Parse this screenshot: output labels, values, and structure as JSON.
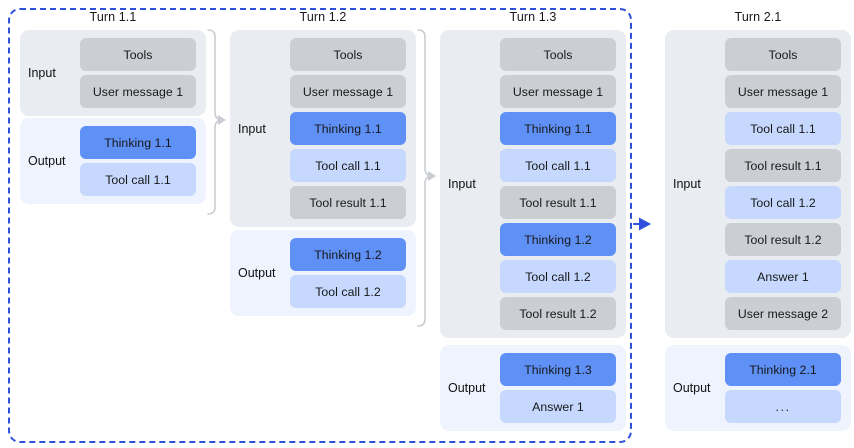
{
  "diagram": {
    "title_group": "agent turn context growth",
    "accent_dashed": "#2f51d9",
    "colors": {
      "input_panel": "#e9ecf1",
      "output_panel": "#eef3fe",
      "chip_gray": "#cbced2",
      "chip_lightblue": "#c6d8fd",
      "chip_blue": "#5f90f5",
      "connector_gray": "#c9ccd1",
      "arrow_blue": "#2f51d9"
    },
    "labels": {
      "input": "Input",
      "output": "Output"
    },
    "turns": [
      {
        "title": "Turn 1.1",
        "input": [
          {
            "label": "Tools",
            "tone": "gray"
          },
          {
            "label": "User message 1",
            "tone": "gray"
          }
        ],
        "output": [
          {
            "label": "Thinking 1.1",
            "tone": "blue"
          },
          {
            "label": "Tool call 1.1",
            "tone": "lightblue"
          }
        ]
      },
      {
        "title": "Turn 1.2",
        "input": [
          {
            "label": "Tools",
            "tone": "gray"
          },
          {
            "label": "User message 1",
            "tone": "gray"
          },
          {
            "label": "Thinking 1.1",
            "tone": "blue"
          },
          {
            "label": "Tool call 1.1",
            "tone": "lightblue"
          },
          {
            "label": "Tool result 1.1",
            "tone": "gray"
          }
        ],
        "output": [
          {
            "label": "Thinking 1.2",
            "tone": "blue"
          },
          {
            "label": "Tool call 1.2",
            "tone": "lightblue"
          }
        ]
      },
      {
        "title": "Turn 1.3",
        "input": [
          {
            "label": "Tools",
            "tone": "gray"
          },
          {
            "label": "User message 1",
            "tone": "gray"
          },
          {
            "label": "Thinking 1.1",
            "tone": "blue"
          },
          {
            "label": "Tool call 1.1",
            "tone": "lightblue"
          },
          {
            "label": "Tool result 1.1",
            "tone": "gray"
          },
          {
            "label": "Thinking 1.2",
            "tone": "blue"
          },
          {
            "label": "Tool call 1.2",
            "tone": "lightblue"
          },
          {
            "label": "Tool result 1.2",
            "tone": "gray"
          }
        ],
        "output": [
          {
            "label": "Thinking 1.3",
            "tone": "blue"
          },
          {
            "label": "Answer 1",
            "tone": "lightblue"
          }
        ]
      },
      {
        "title": "Turn 2.1",
        "input": [
          {
            "label": "Tools",
            "tone": "gray"
          },
          {
            "label": "User message 1",
            "tone": "gray"
          },
          {
            "label": "Tool call 1.1",
            "tone": "lightblue"
          },
          {
            "label": "Tool result 1.1",
            "tone": "gray"
          },
          {
            "label": "Tool call 1.2",
            "tone": "lightblue"
          },
          {
            "label": "Tool result 1.2",
            "tone": "gray"
          },
          {
            "label": "Answer 1",
            "tone": "lightblue"
          },
          {
            "label": "User message 2",
            "tone": "gray"
          }
        ],
        "output": [
          {
            "label": "Thinking 2.1",
            "tone": "blue"
          },
          {
            "label": "...",
            "tone": "lightblue"
          }
        ]
      }
    ]
  }
}
